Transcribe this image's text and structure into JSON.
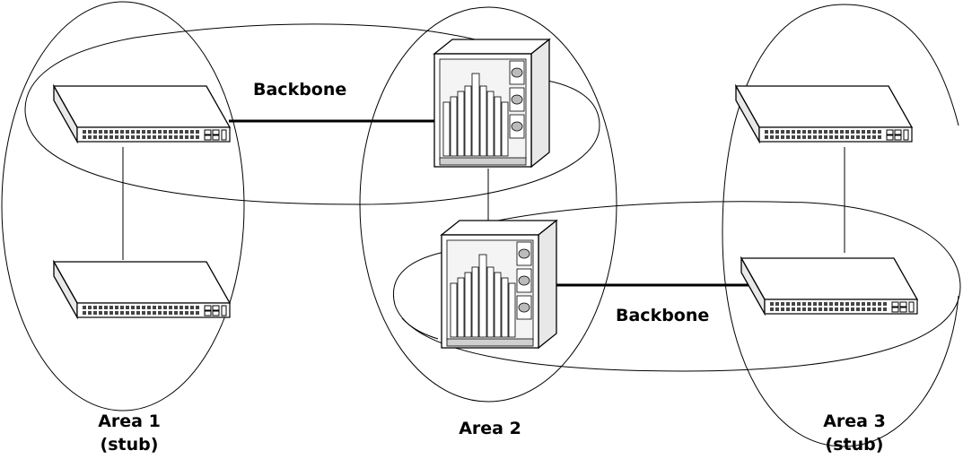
{
  "labels": {
    "backbone_1": "Backbone",
    "backbone_2": "Backbone",
    "area1": "Area 1",
    "area1_type": "(stub)",
    "area2": "Area 2",
    "area3": "Area 3",
    "area3_type": "(stub)"
  },
  "devices": [
    {
      "id": "area1-switch-top",
      "kind": "stackable-switch"
    },
    {
      "id": "area1-switch-bottom",
      "kind": "stackable-switch"
    },
    {
      "id": "area2-chassis-top",
      "kind": "chassis-switch"
    },
    {
      "id": "area2-chassis-bottom",
      "kind": "chassis-switch"
    },
    {
      "id": "area3-switch-top",
      "kind": "stackable-switch"
    },
    {
      "id": "area3-switch-bottom",
      "kind": "stackable-switch"
    }
  ]
}
